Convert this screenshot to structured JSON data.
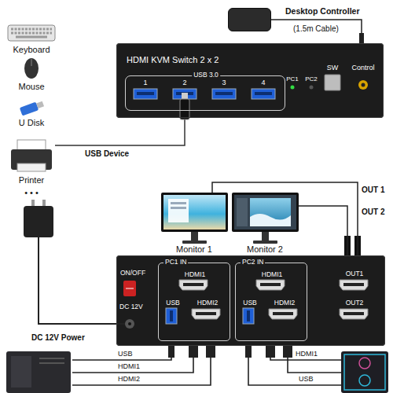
{
  "diagram": {
    "nodes": [
      {
        "text": [
          "Desktop Controller",
          "(1.5m Cable)"
        ]
      },
      {
        "text": [
          "HDMI KVM Switch 2 x 2"
        ]
      },
      {
        "text": [
          "USB 3.0"
        ],
        "in": 1
      },
      {
        "text": [
          "Monitor 1"
        ]
      },
      {
        "text": [
          "Monitor 2"
        ]
      },
      {
        "text": [
          "ON/OFF",
          "DC 12V",
          "OUT1",
          "OUT2"
        ]
      },
      {
        "text": [
          "PC1 IN",
          "HDMI1",
          "USB",
          "HDMI2"
        ],
        "in": 5
      },
      {
        "text": [
          "PC2 IN",
          "HDMI1",
          "USB",
          "HDMI2"
        ],
        "in": 5
      }
    ],
    "edges": [
      {
        "from": 0,
        "to": 1,
        "arrow": "none"
      },
      {
        "from": 5,
        "to": 3,
        "label": "OUT 1",
        "arrow": "none"
      },
      {
        "from": 5,
        "to": 4,
        "label": "OUT 2",
        "arrow": "none"
      }
    ],
    "labels": [
      "Keyboard",
      "Mouse",
      "U Disk",
      "Printer",
      "• • •",
      "1",
      "2",
      "3",
      "4",
      "PC1",
      "PC2",
      "SW",
      "Control",
      "USB Device",
      "DC 12V Power",
      "USB",
      "HDMI1",
      "HDMI2",
      "HDMI1",
      "USB"
    ]
  }
}
